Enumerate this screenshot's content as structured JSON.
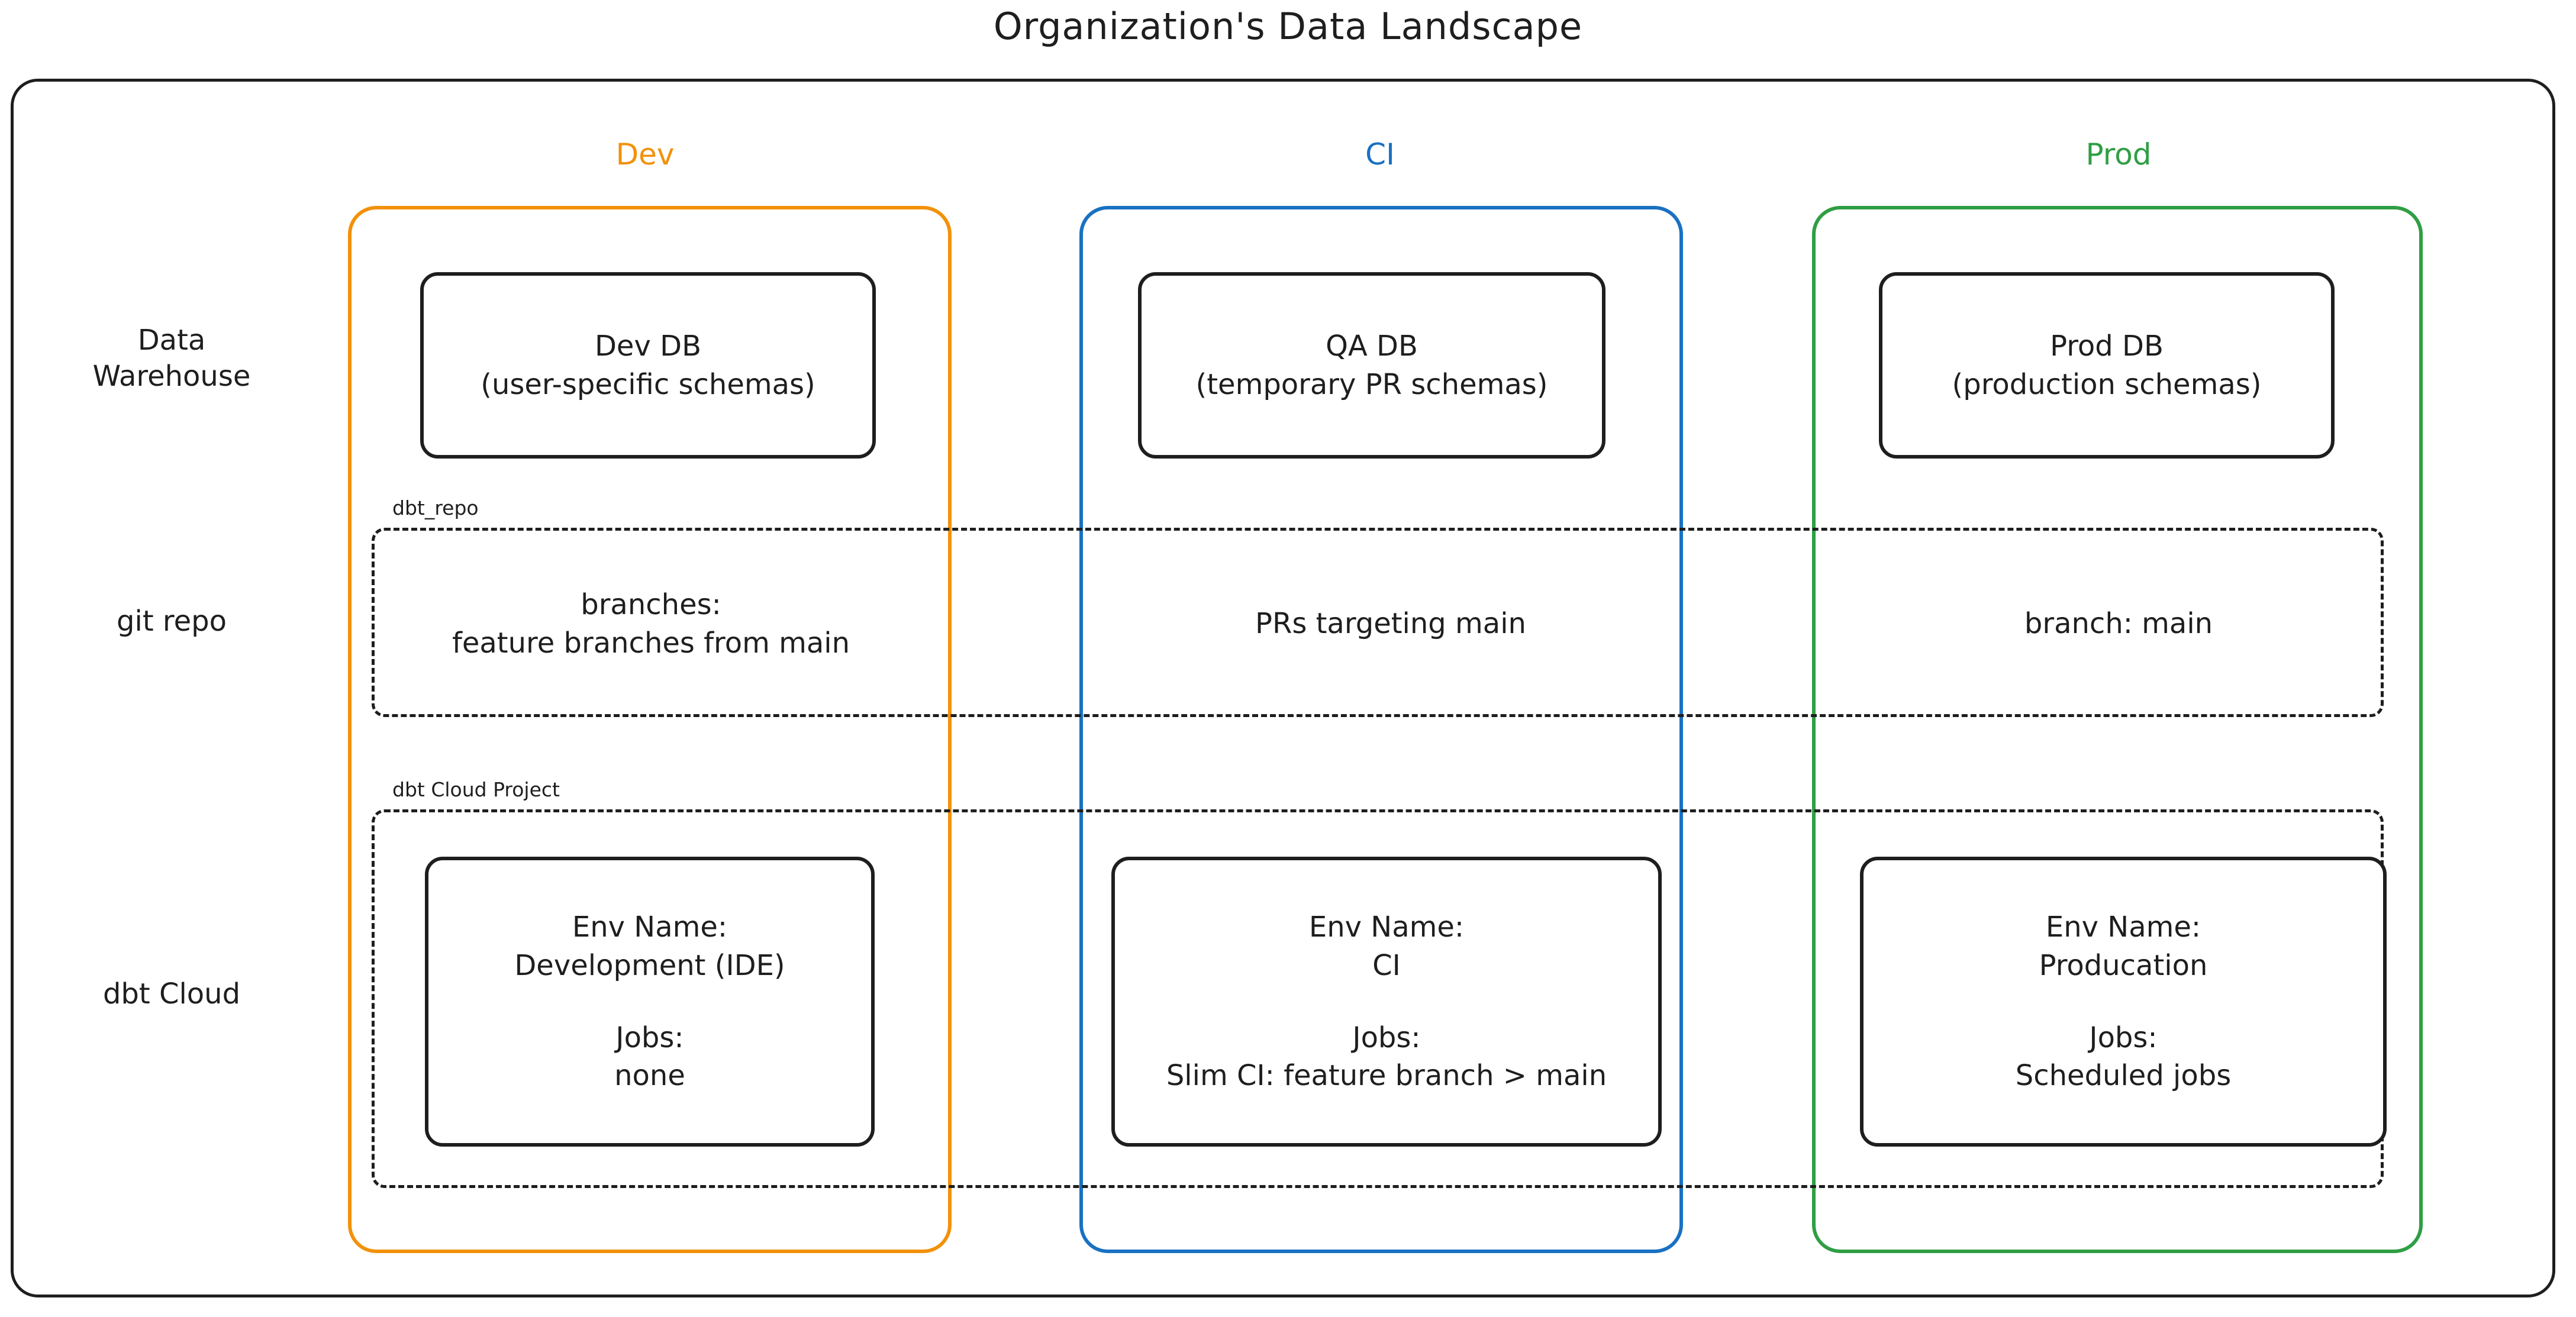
{
  "title": "Organization's Data Landscape",
  "environments": [
    {
      "key": "dev",
      "label": "Dev",
      "color": "#f2910a"
    },
    {
      "key": "ci",
      "label": "CI",
      "color": "#1971c2"
    },
    {
      "key": "prod",
      "label": "Prod",
      "color": "#2f9e44"
    }
  ],
  "rows": {
    "warehouse": {
      "label": "Data\nWarehouse"
    },
    "git": {
      "label": "git repo"
    },
    "dbtcloud": {
      "label": "dbt Cloud"
    }
  },
  "groups": {
    "git_repo": {
      "tag": "dbt_repo"
    },
    "dbt_cloud": {
      "tag": "dbt Cloud Project"
    }
  },
  "warehouse": {
    "dev": {
      "name": "Dev DB",
      "detail": "(user-specific schemas)"
    },
    "ci": {
      "name": "QA DB",
      "detail": "(temporary PR schemas)"
    },
    "prod": {
      "name": "Prod DB",
      "detail": "(production schemas)"
    }
  },
  "git": {
    "dev": "branches:\nfeature branches from main",
    "ci": "PRs targeting main",
    "prod": "branch: main"
  },
  "dbt_cloud": {
    "dev": {
      "env_name_label": "Env Name:",
      "env_name": "Development (IDE)",
      "jobs_label": "Jobs:",
      "jobs": "none"
    },
    "ci": {
      "env_name_label": "Env Name:",
      "env_name": "CI",
      "jobs_label": "Jobs:",
      "jobs": "Slim CI: feature branch > main"
    },
    "prod": {
      "env_name_label": "Env Name:",
      "env_name": "Producation",
      "jobs_label": "Jobs:",
      "jobs": "Scheduled jobs"
    }
  },
  "colors": {
    "stroke": "#1e1e1e",
    "background": "#ffffff",
    "dev": "#f2910a",
    "ci": "#1971c2",
    "prod": "#2f9e44"
  }
}
